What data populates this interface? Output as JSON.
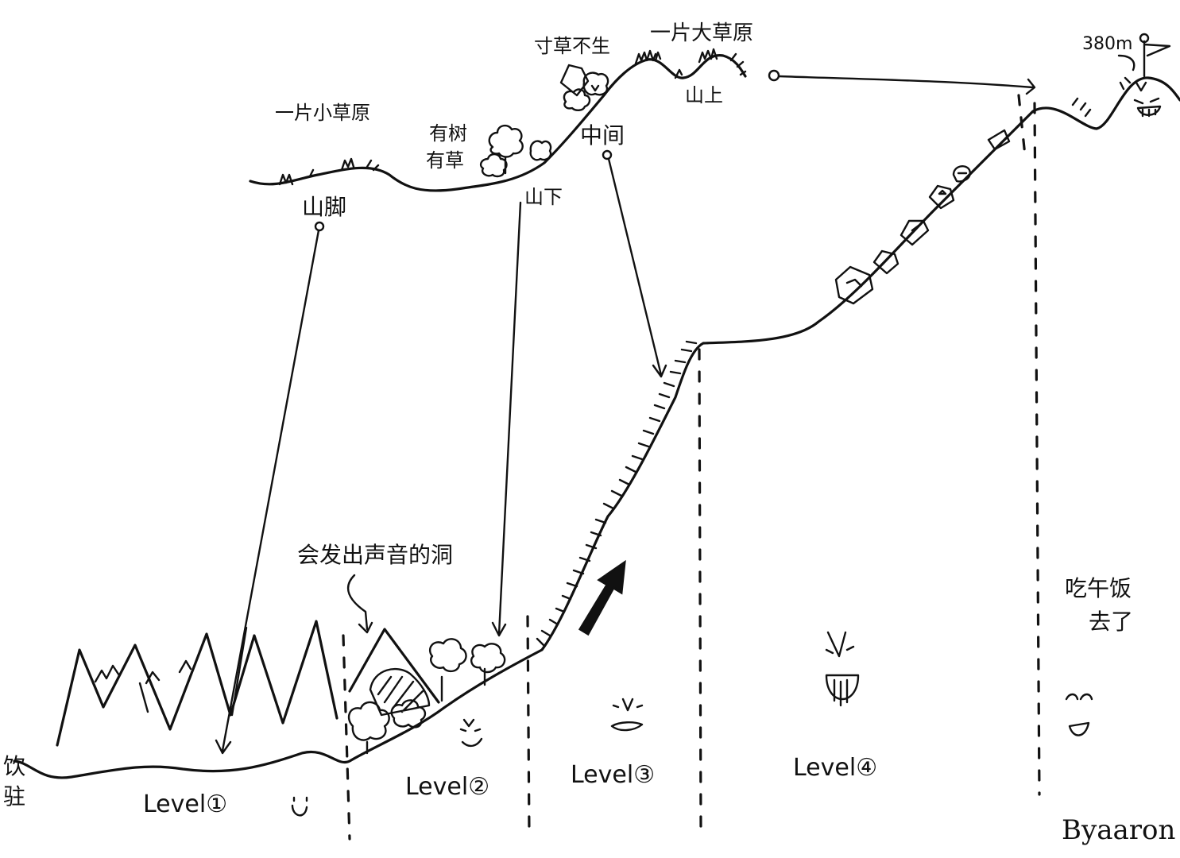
{
  "labels": {
    "small_meadow": "一片小草原",
    "mountain_foot": "山脚",
    "has_trees_has_grass_line1": "有树",
    "has_trees_has_grass_line2": "有草",
    "below_mountain": "山下",
    "barren": "寸草不生",
    "middle": "中间",
    "big_meadow": "一片大草原",
    "on_mountain": "山上",
    "sound_cave": "会发出声音的洞",
    "lunch_line1": "吃午饭",
    "lunch_line2": "去了",
    "start_line1": "饮",
    "start_line2": "驻",
    "altitude": "380m",
    "signature": "Byaaron"
  },
  "levels": [
    "Level①",
    "Level②",
    "Level③",
    "Level④"
  ]
}
